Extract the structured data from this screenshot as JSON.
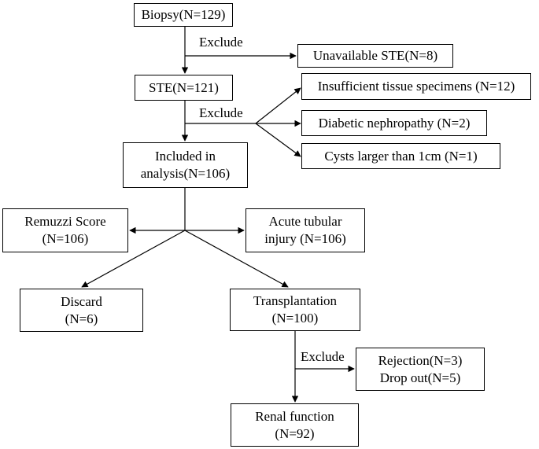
{
  "nodes": {
    "biopsy": "Biopsy(N=129)",
    "unavailable_ste": "Unavailable STE(N=8)",
    "ste": "STE(N=121)",
    "insufficient": "Insufficient tissue specimens (N=12)",
    "diabetic": "Diabetic nephropathy (N=2)",
    "cysts": "Cysts larger than 1cm (N=1)",
    "included": [
      "Included in",
      "analysis(N=106)"
    ],
    "remuzzi": [
      "Remuzzi Score",
      "(N=106)"
    ],
    "acute": [
      "Acute tubular",
      "injury (N=106)"
    ],
    "discard": [
      "Discard",
      "(N=6)"
    ],
    "transplantation": [
      "Transplantation",
      "(N=100)"
    ],
    "rejection": [
      "Rejection(N=3)",
      "Drop out(N=5)"
    ],
    "renal": [
      "Renal function",
      "(N=92)"
    ]
  },
  "labels": {
    "exclude_1": "Exclude",
    "exclude_2": "Exclude",
    "exclude_3": "Exclude"
  }
}
